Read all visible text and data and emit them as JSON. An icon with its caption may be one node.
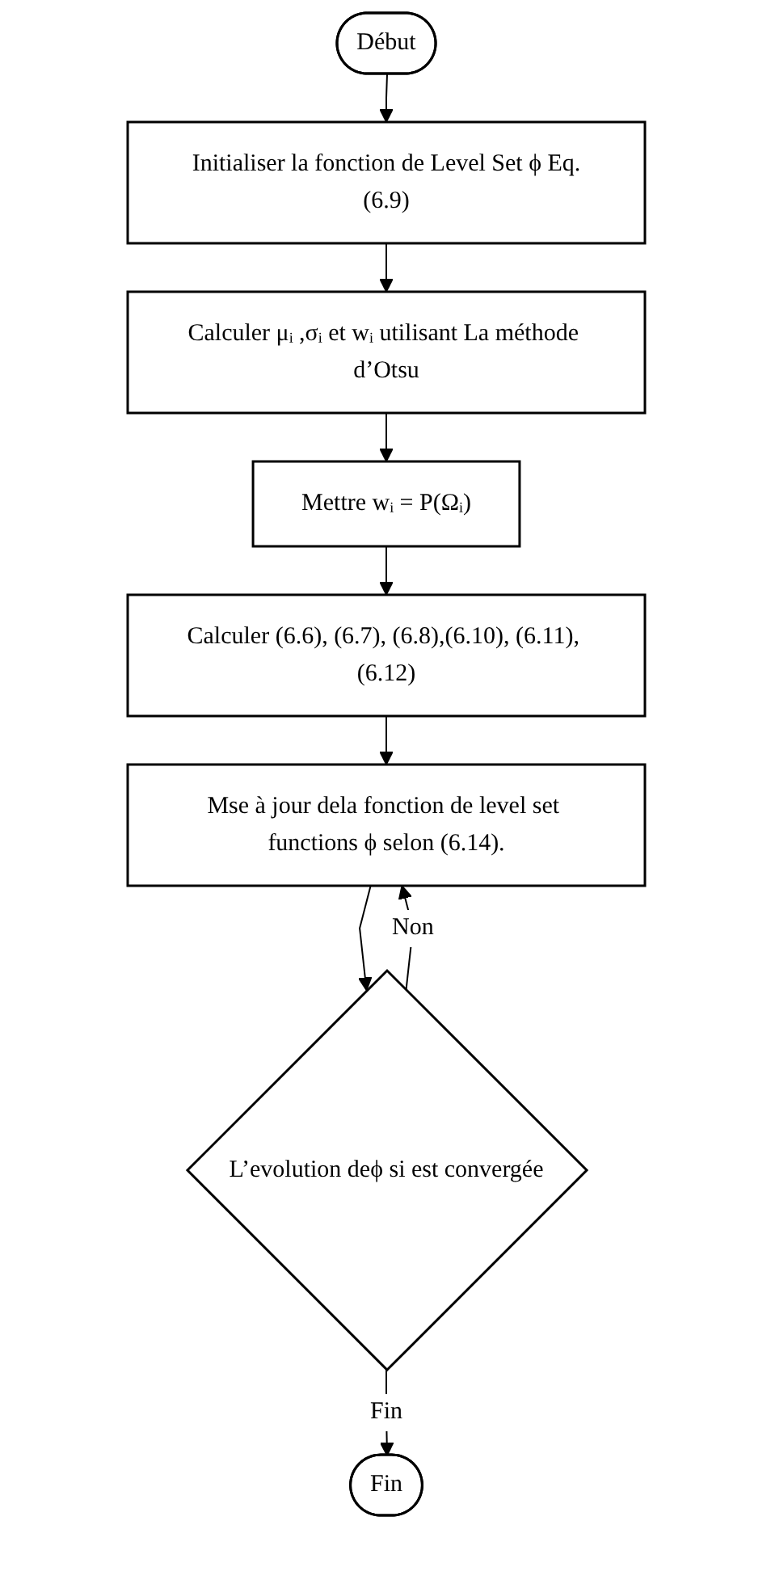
{
  "diagram": {
    "nodes": [
      {
        "text": [
          "Début"
        ]
      },
      {
        "text": [
          "Initialiser la fonction de Level Set ϕ Eq.(6.9)"
        ]
      },
      {
        "text": [
          "Calculer μᵢ ,σᵢ et wᵢ utilisant La méthode d’Otsu"
        ]
      },
      {
        "text": [
          "Mettre wᵢ = P(Ωᵢ)"
        ]
      },
      {
        "text": [
          "Calculer (6.6), (6.7), (6.8),(6.10), (6.11), (6.12)"
        ]
      },
      {
        "text": [
          "Mse à jour dela fonction de level set functions ϕ selon (6.14)."
        ]
      },
      {
        "text": [
          "L’evolution deϕ si est convergée"
        ]
      },
      {
        "text": [
          "Fin"
        ]
      }
    ],
    "edges": [
      {
        "from": 0,
        "to": 1,
        "arrow": "to"
      },
      {
        "from": 1,
        "to": 2,
        "arrow": "to"
      },
      {
        "from": 2,
        "to": 3,
        "arrow": "to"
      },
      {
        "from": 3,
        "to": 4,
        "arrow": "to"
      },
      {
        "from": 4,
        "to": 5,
        "arrow": "to"
      },
      {
        "from": 5,
        "to": 6,
        "arrow": "to"
      },
      {
        "from": 6,
        "to": 5,
        "arrow": "to",
        "label": "Non"
      },
      {
        "from": 6,
        "to": 7,
        "arrow": "to",
        "label": "Fin"
      }
    ]
  }
}
